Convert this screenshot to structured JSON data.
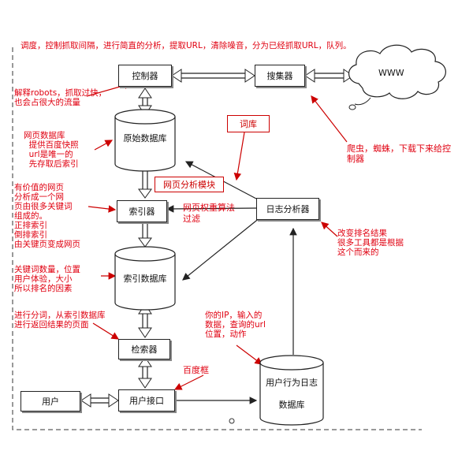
{
  "nodes": {
    "controller": "控制器",
    "collector": "搜集器",
    "www": "WWW",
    "raw_db": "原始数据库",
    "lexicon": "词库",
    "page_analysis": "网页分析模块",
    "indexer": "索引器",
    "log_analyzer": "日志分析器",
    "weight_calc": "网页权重算法",
    "filter": "过滤",
    "index_db": "索引数据库",
    "searcher": "检索器",
    "user": "用户",
    "user_interface": "用户接口",
    "behavior_db_line1": "用户行为日志",
    "behavior_db_line2": "数据库"
  },
  "notes": {
    "top": "调度，控制抓取间隔，进行简直的分析，提取URL，清除噪音，分为已经抓取URL，队列。",
    "robots": "解释robots，抓取过快，\n也会占很大的流量",
    "raw_db_note": "网页数据库\n  提供百度快照\n  url是唯一的\n  先存取后索引",
    "spider": "爬虫，蜘蛛，下载下来给控\n制器",
    "indexer_note": "有价值的网页\n分析成一个网\n页由很多关键词\n组成的。\n正排索引\n倒排索引\n由关键页变成网页",
    "log_note": "改变排名结果\n很多工具都是根据\n这个而来的",
    "ranking_note": "关键词数量，位置\n用户体验，大小\n所以排名的因素",
    "searcher_note": "进行分词，从索引数据库\n进行返回结果的页面",
    "behavior_note": "你的IP，输入的\n数据，查询的url\n位置，动作",
    "baidu_box": "百度框"
  }
}
